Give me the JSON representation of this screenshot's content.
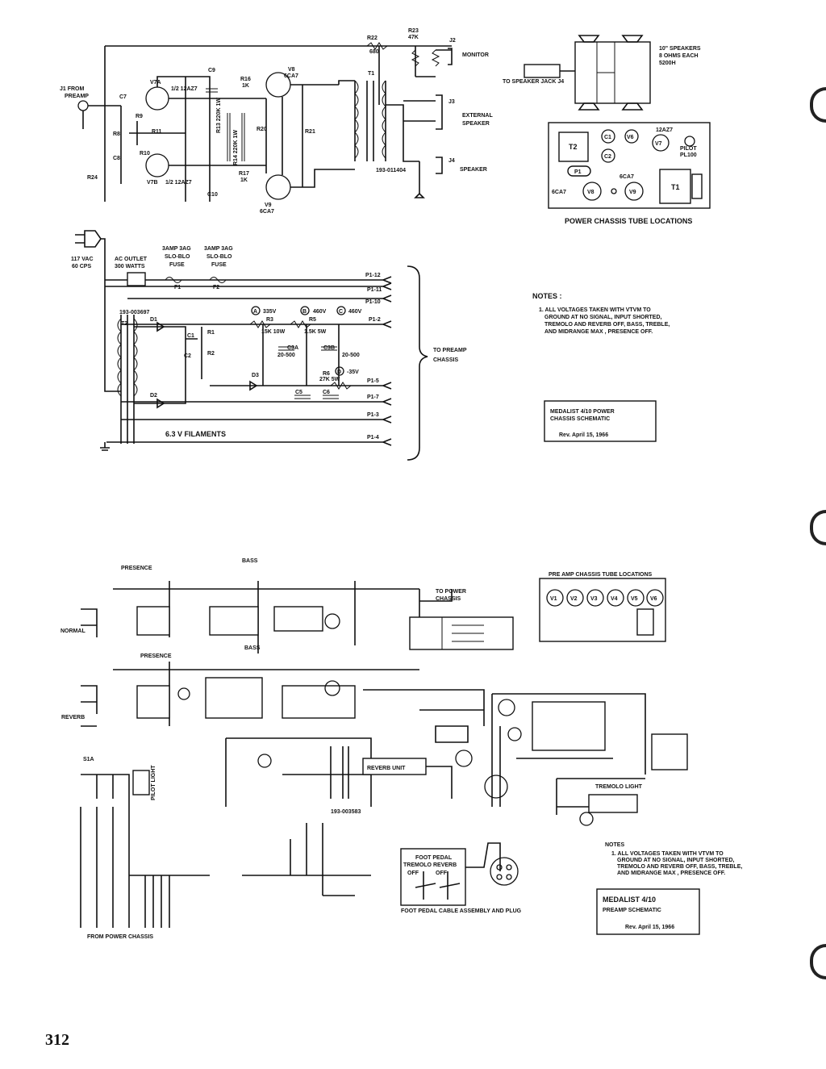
{
  "power": {
    "r22": "R22",
    "r22v": "680",
    "r23": "R23",
    "r23v": "47K",
    "j2": "J2",
    "monitor": "MONITOR",
    "j1": "J1 FROM",
    "preamp": "PREAMP",
    "c7": "C7",
    "c9": "C9",
    "c8": "C8",
    "v7a": "V7A",
    "v7a_t": "1/2 12AZ7",
    "v7b": "V7B",
    "v7b_t": "1/2 12AZ7",
    "r9": "R9",
    "r11": "R11",
    "r10": "R10",
    "r24": "R24",
    "r8": "R8",
    "r16": "R16",
    "r16v": "1K",
    "r17": "R17",
    "r17v": "1K",
    "c10": "C10",
    "v8": "V8",
    "v8_t": "6CA7",
    "v9": "V9",
    "v9_t": "6CA7",
    "r13": "R13 220K 1W",
    "r14": "R14 220K 1W",
    "r20": "R20",
    "r21": "R21",
    "t1": "T1",
    "t1part": "193-011404",
    "j3": "J3",
    "ext": "EXTERNAL",
    "spk": "SPEAKER",
    "j4": "J4",
    "spk2": "SPEAKER",
    "to_jack": "TO SPEAKER JACK J4",
    "spk_note1": "10\" SPEAKERS",
    "spk_note2": "8 OHMS EACH",
    "spk_note3": "5200H",
    "ac1": "117 VAC",
    "ac2": "60 CPS",
    "outlet1": "AC OUTLET",
    "outlet2": "300 WATTS",
    "fuse1a": "3AMP 3AG",
    "fuse1b": "SLO-BLO",
    "fuse1c": "FUSE",
    "fuse2a": "3AMP 3AG",
    "fuse2b": "SLO-BLO",
    "fuse2c": "FUSE",
    "f1": "F1",
    "f2": "F2",
    "t2part": "193-003697",
    "t2": "T2",
    "d1": "D1",
    "d2": "D2",
    "d3": "D3",
    "r1": "R1",
    "r2": "R2",
    "r3": "R3",
    "r3v": "15K 10W",
    "r5": "R5",
    "r5v": "1.5K 5W",
    "r6": "R6",
    "r6v": "27K 5W",
    "c3a": "C3A",
    "c3av": "20-500",
    "c3b": "C3B",
    "c3bv": "20-500",
    "c1": "C1",
    "c2": "C2",
    "c5": "C5",
    "c6": "C6",
    "va": "A",
    "vav": "335V",
    "vb": "B",
    "vbv": "460V",
    "vc": "C",
    "vcv": "460V",
    "vd": "D",
    "vdv": "-35V",
    "p1": "P1-12",
    "p2": "P1-11",
    "p3": "P1-10",
    "p4": "P1-2",
    "p5": "P1-5",
    "p6": "P1-7",
    "p7": "P1-3",
    "p8": "P1-4",
    "to_pre1": "TO PREAMP",
    "to_pre2": "CHASSIS",
    "fil": "6.3 V  FILAMENTS"
  },
  "chassis": {
    "t2": "T2",
    "c1": "C1",
    "c2": "C2",
    "v6": "V6",
    "v7": "V7",
    "v7t": "12AZ7",
    "p1": "P1",
    "v8": "V8",
    "v9": "V9",
    "t1": "T1",
    "left": "6CA7",
    "mid": "6CA7",
    "pilot1": "PILOT",
    "pilot2": "PL100",
    "caption": "POWER  CHASSIS TUBE LOCATIONS"
  },
  "notes": {
    "title": "NOTES :",
    "n1": "1. ALL VOLTAGES TAKEN WITH VTVM TO",
    "n2": "GROUND AT NO SIGNAL, INPUT SHORTED,",
    "n3": "TREMOLO AND REVERB OFF, BASS, TREBLE,",
    "n4": "AND MIDRANGE MAX , PRESENCE OFF."
  },
  "titlebox1": {
    "l1": "MEDALIST 4/10  POWER",
    "l2": "CHASSIS SCHEMATIC",
    "rev": "Rev. April 15, 1966"
  },
  "preamp": {
    "presence1": "PRESENCE",
    "normal": "NORMAL",
    "presence2": "PRESENCE",
    "reverb": "REVERB",
    "bass1": "BASS",
    "bass2": "BASS",
    "to_power1": "TO POWER",
    "to_power2": "CHASSIS",
    "s1a": "S1A",
    "pilot": "PILOT LIGHT",
    "trem_light": "TREMOLO LIGHT",
    "part": "193-003583",
    "reverb_out": "REVERB UNIT",
    "from_power": "FROM POWER CHASSIS",
    "chassis_cap": "PRE AMP CHASSIS TUBE LOCATIONS",
    "tubes": [
      "V1",
      "V2",
      "V3",
      "V4",
      "V5",
      "V6"
    ]
  },
  "pedal": {
    "title1": "FOOT PEDAL",
    "trem": "TREMOLO",
    "rev": "REVERB",
    "off1": "OFF",
    "off2": "OFF",
    "caption": "FOOT PEDAL CABLE ASSEMBLY AND PLUG"
  },
  "notes2": {
    "title": "NOTES",
    "n1": "1. ALL VOLTAGES TAKEN WITH VTVM TO",
    "n2": "GROUND AT NO SIGNAL, INPUT SHORTED,",
    "n3": "TREMOLO AND REVERB OFF, BASS, TREBLE,",
    "n4": "AND MIDRANGE MAX , PRESENCE OFF."
  },
  "titlebox2": {
    "l1": "MEDALIST 4/10",
    "l2": "PREAMP SCHEMATIC",
    "rev": "Rev. April 15, 1966"
  },
  "page_number": "312"
}
